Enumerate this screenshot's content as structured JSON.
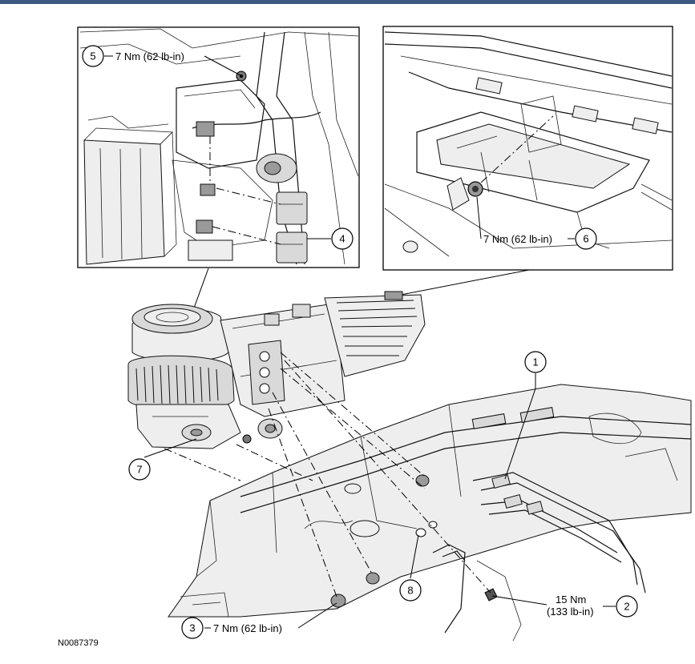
{
  "diagram": {
    "figure_code": "N0087379",
    "callouts": [
      {
        "id": "c1",
        "number": "1",
        "label": ""
      },
      {
        "id": "c2",
        "number": "2",
        "label_line1": "15 Nm",
        "label_line2": "(133 lb-in)"
      },
      {
        "id": "c3",
        "number": "3",
        "label": "7 Nm (62 lb-in)"
      },
      {
        "id": "c4",
        "number": "4",
        "label": ""
      },
      {
        "id": "c5",
        "number": "5",
        "label": "7 Nm (62 lb-in)"
      },
      {
        "id": "c6",
        "number": "6",
        "label": "7 Nm (62 lb-in)"
      },
      {
        "id": "c7",
        "number": "7",
        "label": ""
      },
      {
        "id": "c8",
        "number": "8",
        "label": ""
      }
    ]
  }
}
